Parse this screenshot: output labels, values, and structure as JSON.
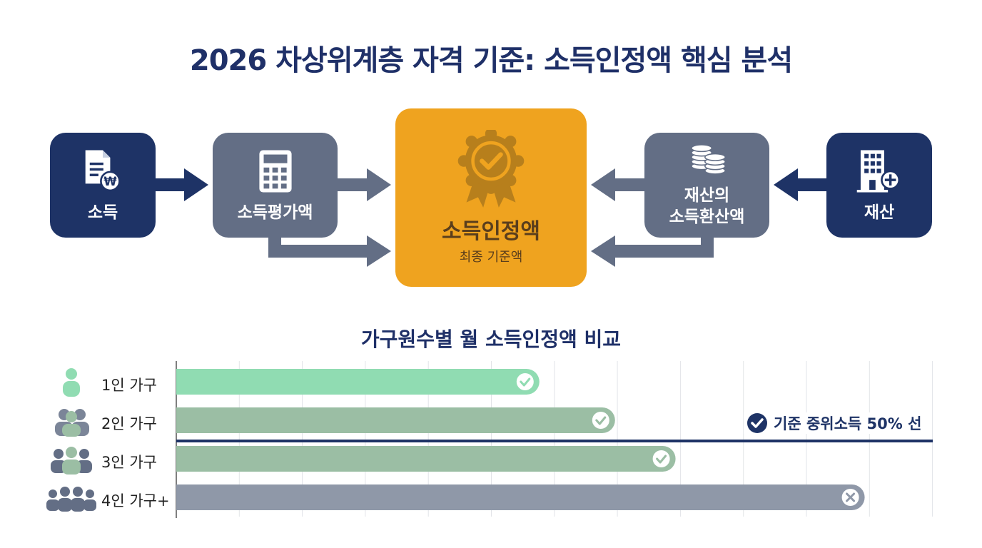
{
  "title": "2026 차상위계층 자격 기준: 소득인정액 핵심 분석",
  "flow": {
    "income": {
      "label": "소득",
      "icon": "document-won-icon"
    },
    "income_eval": {
      "label": "소득평가액",
      "icon": "calculator-icon"
    },
    "center": {
      "label": "소득인정액",
      "sub": "최종 기준액",
      "icon": "award-badge-icon"
    },
    "property_conv": {
      "label_line1": "재산의",
      "label_line2": "소득환산액",
      "icon": "coins-icon"
    },
    "property": {
      "label": "재산",
      "icon": "building-plus-icon"
    }
  },
  "colors": {
    "navy": "#1e3366",
    "slate": "#636e85",
    "accent": "#efa31f",
    "green": "#90dcb2",
    "sage": "#9bbea4",
    "gray": "#8f98a8"
  },
  "chart_data": {
    "type": "bar",
    "orientation": "horizontal",
    "title": "가구원수별 월 소득인정액 비교",
    "categories": [
      "1인 가구",
      "2인 가구",
      "3인 가구",
      "4인 가구+"
    ],
    "values": [
      0.48,
      0.58,
      0.66,
      0.91
    ],
    "status": [
      "check",
      "check",
      "check",
      "x"
    ],
    "reference_line": {
      "label": "기준 중위소득 50% 선",
      "position": "between 2인 and 3인 rows"
    },
    "grid": true,
    "axis_labels": false
  }
}
